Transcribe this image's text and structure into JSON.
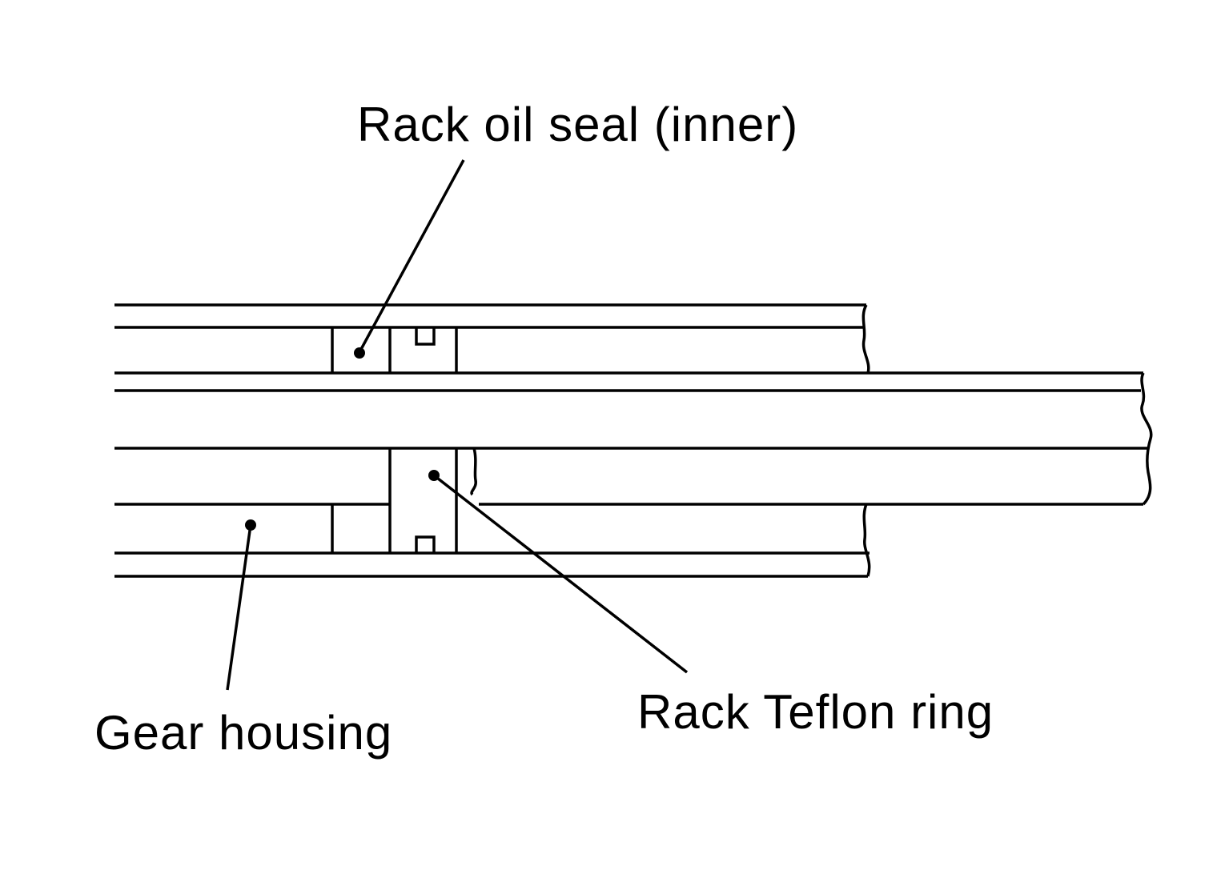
{
  "labels": {
    "rack_oil_seal": "Rack oil seal (inner)",
    "gear_housing": "Gear housing",
    "rack_teflon_ring": "Rack Teflon ring"
  },
  "colors": {
    "line": "#000000",
    "background": "#ffffff"
  }
}
